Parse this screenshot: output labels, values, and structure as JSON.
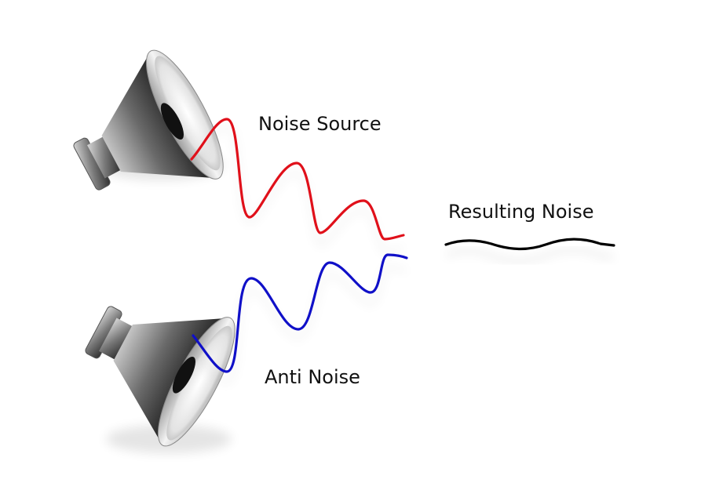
{
  "labels": {
    "noise_source": "Noise Source",
    "resulting_noise": "Resulting Noise",
    "anti_noise": "Anti Noise"
  },
  "colors": {
    "noise_wave": "#e0101a",
    "anti_noise_wave": "#1010c8",
    "resulting_wave": "#000000",
    "background": "#ffffff"
  },
  "icons": {
    "top_speaker": "speaker-icon",
    "bottom_speaker": "speaker-icon"
  }
}
